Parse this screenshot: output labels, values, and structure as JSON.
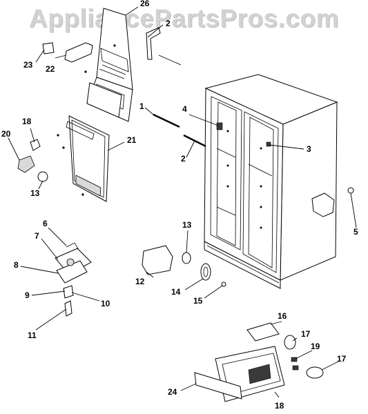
{
  "watermark": "AppliancePartsPros.com",
  "callouts": [
    "1",
    "2",
    "2",
    "3",
    "4",
    "5",
    "6",
    "7",
    "8",
    "9",
    "10",
    "11",
    "12",
    "13",
    "13",
    "14",
    "15",
    "16",
    "17",
    "17",
    "18",
    "18",
    "19",
    "20",
    "21",
    "22",
    "23",
    "24",
    "26"
  ]
}
